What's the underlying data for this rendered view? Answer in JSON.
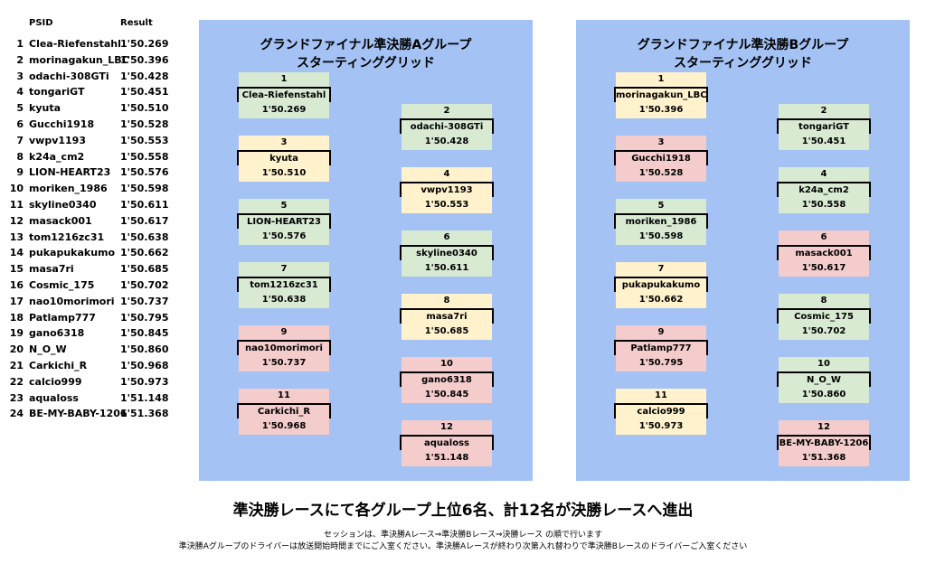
{
  "results": {
    "header_id": "PSID",
    "header_result": "Result",
    "rows": [
      {
        "rank": "1",
        "id": "Clea-Riefenstahl",
        "time": "1'50.269"
      },
      {
        "rank": "2",
        "id": "morinagakun_LBC",
        "time": "1'50.396"
      },
      {
        "rank": "3",
        "id": "odachi-308GTi",
        "time": "1'50.428"
      },
      {
        "rank": "4",
        "id": "tongariGT",
        "time": "1'50.451"
      },
      {
        "rank": "5",
        "id": "kyuta",
        "time": "1'50.510"
      },
      {
        "rank": "6",
        "id": "Gucchi1918",
        "time": "1'50.528"
      },
      {
        "rank": "7",
        "id": "vwpv1193",
        "time": "1'50.553"
      },
      {
        "rank": "8",
        "id": "k24a_cm2",
        "time": "1'50.558"
      },
      {
        "rank": "9",
        "id": "LION-HEART23",
        "time": "1'50.576"
      },
      {
        "rank": "10",
        "id": "moriken_1986",
        "time": "1'50.598"
      },
      {
        "rank": "11",
        "id": "skyline0340",
        "time": "1'50.611"
      },
      {
        "rank": "12",
        "id": "masack001",
        "time": "1'50.617"
      },
      {
        "rank": "13",
        "id": "tom1216zc31",
        "time": "1'50.638"
      },
      {
        "rank": "14",
        "id": "pukapukakumo",
        "time": "1'50.662"
      },
      {
        "rank": "15",
        "id": "masa7ri",
        "time": "1'50.685"
      },
      {
        "rank": "16",
        "id": "Cosmic_175",
        "time": "1'50.702"
      },
      {
        "rank": "17",
        "id": "nao10morimori",
        "time": "1'50.737"
      },
      {
        "rank": "18",
        "id": "Patlamp777",
        "time": "1'50.795"
      },
      {
        "rank": "19",
        "id": "gano6318",
        "time": "1'50.845"
      },
      {
        "rank": "20",
        "id": "N_O_W",
        "time": "1'50.860"
      },
      {
        "rank": "21",
        "id": "Carkichi_R",
        "time": "1'50.968"
      },
      {
        "rank": "22",
        "id": "calcio999",
        "time": "1'50.973"
      },
      {
        "rank": "23",
        "id": "aqualoss",
        "time": "1'51.148"
      },
      {
        "rank": "24",
        "id": "BE-MY-BABY-1206",
        "time": "1'51.368"
      }
    ]
  },
  "colors": {
    "panel": "#a4c2f4",
    "green": "#d9ead3",
    "yellow": "#fff2cc",
    "red": "#f4cccc"
  },
  "groups": [
    {
      "title_line1": "グランドファイナル準決勝Aグループ",
      "title_line2": "スターティンググリッド",
      "grid": [
        {
          "pos": "1",
          "name": "Clea-Riefenstahl",
          "time": "1'50.269",
          "color": "green"
        },
        {
          "pos": "2",
          "name": "odachi-308GTi",
          "time": "1'50.428",
          "color": "green"
        },
        {
          "pos": "3",
          "name": "kyuta",
          "time": "1'50.510",
          "color": "yellow"
        },
        {
          "pos": "4",
          "name": "vwpv1193",
          "time": "1'50.553",
          "color": "yellow"
        },
        {
          "pos": "5",
          "name": "LION-HEART23",
          "time": "1'50.576",
          "color": "green"
        },
        {
          "pos": "6",
          "name": "skyline0340",
          "time": "1'50.611",
          "color": "green"
        },
        {
          "pos": "7",
          "name": "tom1216zc31",
          "time": "1'50.638",
          "color": "green"
        },
        {
          "pos": "8",
          "name": "masa7ri",
          "time": "1'50.685",
          "color": "yellow"
        },
        {
          "pos": "9",
          "name": "nao10morimori",
          "time": "1'50.737",
          "color": "red"
        },
        {
          "pos": "10",
          "name": "gano6318",
          "time": "1'50.845",
          "color": "red"
        },
        {
          "pos": "11",
          "name": "Carkichi_R",
          "time": "1'50.968",
          "color": "red"
        },
        {
          "pos": "12",
          "name": "aqualoss",
          "time": "1'51.148",
          "color": "red"
        }
      ]
    },
    {
      "title_line1": "グランドファイナル準決勝Bグループ",
      "title_line2": "スターティンググリッド",
      "grid": [
        {
          "pos": "1",
          "name": "morinagakun_LBC",
          "time": "1'50.396",
          "color": "yellow"
        },
        {
          "pos": "2",
          "name": "tongariGT",
          "time": "1'50.451",
          "color": "green"
        },
        {
          "pos": "3",
          "name": "Gucchi1918",
          "time": "1'50.528",
          "color": "red"
        },
        {
          "pos": "4",
          "name": "k24a_cm2",
          "time": "1'50.558",
          "color": "green"
        },
        {
          "pos": "5",
          "name": "moriken_1986",
          "time": "1'50.598",
          "color": "green"
        },
        {
          "pos": "6",
          "name": "masack001",
          "time": "1'50.617",
          "color": "red"
        },
        {
          "pos": "7",
          "name": "pukapukakumo",
          "time": "1'50.662",
          "color": "yellow"
        },
        {
          "pos": "8",
          "name": "Cosmic_175",
          "time": "1'50.702",
          "color": "green"
        },
        {
          "pos": "9",
          "name": "Patlamp777",
          "time": "1'50.795",
          "color": "red"
        },
        {
          "pos": "10",
          "name": "N_O_W",
          "time": "1'50.860",
          "color": "green"
        },
        {
          "pos": "11",
          "name": "calcio999",
          "time": "1'50.973",
          "color": "yellow"
        },
        {
          "pos": "12",
          "name": "BE-MY-BABY-1206",
          "time": "1'51.368",
          "color": "red"
        }
      ]
    }
  ],
  "footer": {
    "headline": "準決勝レースにて各グループ上位6名、計12名が決勝レースへ進出",
    "note1": "セッションは、準決勝Aレース⇒準決勝Bレース⇒決勝レース の順で行います",
    "note2": "準決勝Aグループのドライバーは放送開始時間までにご入室ください。準決勝Aレースが終わり次第入れ替わりで準決勝Bレースのドライバーご入室ください"
  }
}
